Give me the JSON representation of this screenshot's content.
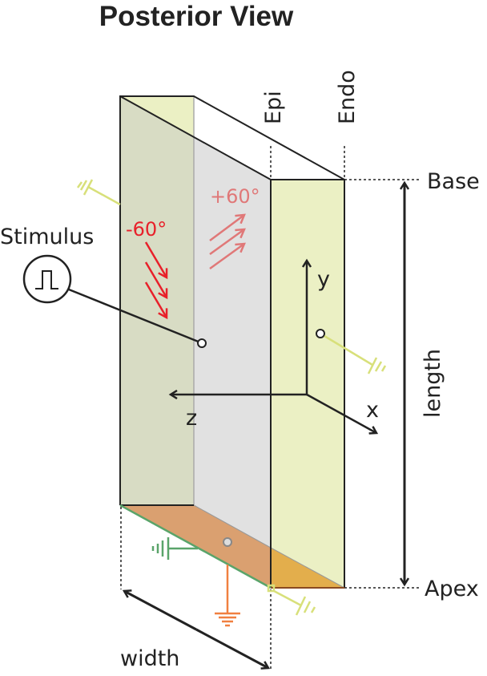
{
  "title": "Posterior View",
  "labels": {
    "epi": "Epi",
    "endo": "Endo",
    "base": "Base",
    "apex": "Apex",
    "length": "length",
    "width": "width",
    "stimulus": "Stimulus",
    "minus_angle": "-60°",
    "plus_angle": "+60°",
    "axis_x": "x",
    "axis_y": "y",
    "axis_z": "z"
  },
  "colors": {
    "face_yellow": "#ebf0c4",
    "face_olive": "#d8dcc4",
    "face_gray": "#e1e1e1",
    "bottom_orange": "#daa070",
    "bottom_dark_orange": "#e3ae4c",
    "fiber_minus": "#e8202a",
    "fiber_plus": "#e07878",
    "ground_yellow": "#d8e07a",
    "ground_green": "#5aa46a",
    "ground_orange": "#f08040"
  }
}
